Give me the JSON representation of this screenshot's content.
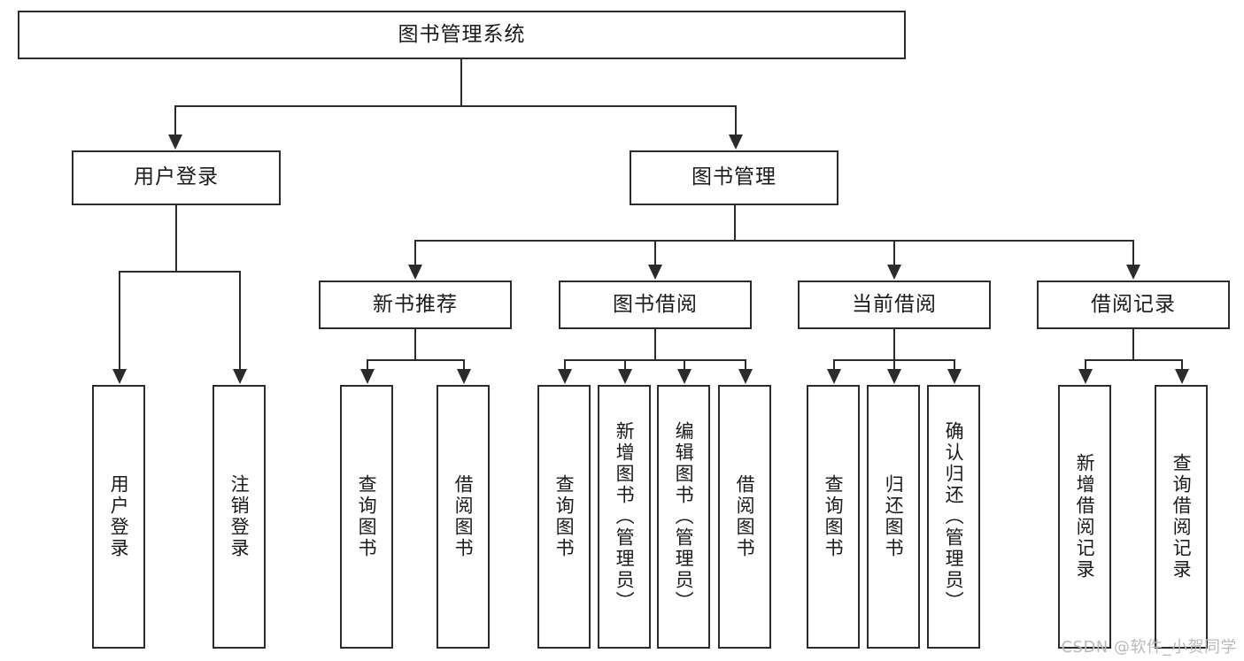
{
  "diagram": {
    "title": "图书管理系统",
    "type": "hierarchy-tree",
    "root": {
      "id": "root",
      "label": "图书管理系统"
    },
    "level2": [
      {
        "id": "user-login",
        "label": "用户登录"
      },
      {
        "id": "book-manage",
        "label": "图书管理"
      }
    ],
    "level3": [
      {
        "id": "new-book-recommend",
        "label": "新书推荐",
        "parent": "book-manage"
      },
      {
        "id": "book-borrow",
        "label": "图书借阅",
        "parent": "book-manage"
      },
      {
        "id": "current-borrow",
        "label": "当前借阅",
        "parent": "book-manage"
      },
      {
        "id": "borrow-record",
        "label": "借阅记录",
        "parent": "book-manage"
      }
    ],
    "leaves": {
      "user_login": [
        {
          "id": "leaf-user-login",
          "label": "用户登录"
        },
        {
          "id": "leaf-logout",
          "label": "注销登录"
        }
      ],
      "new_book_recommend": [
        {
          "id": "leaf-query-book-1",
          "label": "查询图书"
        },
        {
          "id": "leaf-borrow-book-1",
          "label": "借阅图书"
        }
      ],
      "book_borrow": [
        {
          "id": "leaf-query-book-2",
          "label": "查询图书"
        },
        {
          "id": "leaf-add-book",
          "label": "新增图书（管理员）"
        },
        {
          "id": "leaf-edit-book",
          "label": "编辑图书（管理员）"
        },
        {
          "id": "leaf-borrow-book-2",
          "label": "借阅图书"
        }
      ],
      "current_borrow": [
        {
          "id": "leaf-query-book-3",
          "label": "查询图书"
        },
        {
          "id": "leaf-return-book",
          "label": "归还图书"
        },
        {
          "id": "leaf-confirm-return",
          "label": "确认归还（管理员）"
        }
      ],
      "borrow_record": [
        {
          "id": "leaf-add-record",
          "label": "新增借阅记录"
        },
        {
          "id": "leaf-query-record",
          "label": "查询借阅记录"
        }
      ]
    },
    "colors": {
      "stroke": "#2b2b2b",
      "fill": "#ffffff",
      "text": "#1a1a1a",
      "watermark": "#b9b9b9"
    }
  },
  "watermark": {
    "text": "CSDN @软件_小贺同学"
  }
}
